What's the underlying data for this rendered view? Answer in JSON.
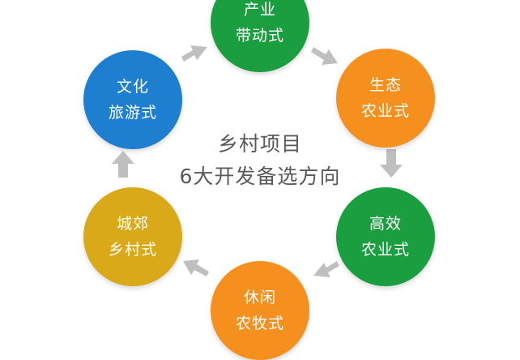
{
  "center": {
    "line1": "乡村项目",
    "line2": "6大开发备选方向"
  },
  "nodes": [
    {
      "key": "industry",
      "line1": "产业",
      "line2": "带动式",
      "color": "#1a9e3f"
    },
    {
      "key": "eco",
      "line1": "生态",
      "line2": "农业式",
      "color": "#f5901e"
    },
    {
      "key": "efficient",
      "line1": "高效",
      "line2": "农业式",
      "color": "#1a9e3f"
    },
    {
      "key": "leisure",
      "line1": "休闲",
      "line2": "农牧式",
      "color": "#f5901e"
    },
    {
      "key": "suburb",
      "line1": "城郊",
      "line2": "乡村式",
      "color": "#d9a91a"
    },
    {
      "key": "tourism",
      "line1": "文化",
      "line2": "旅游式",
      "color": "#1e7fd0"
    }
  ],
  "arrow_color": "#bfbfbf"
}
